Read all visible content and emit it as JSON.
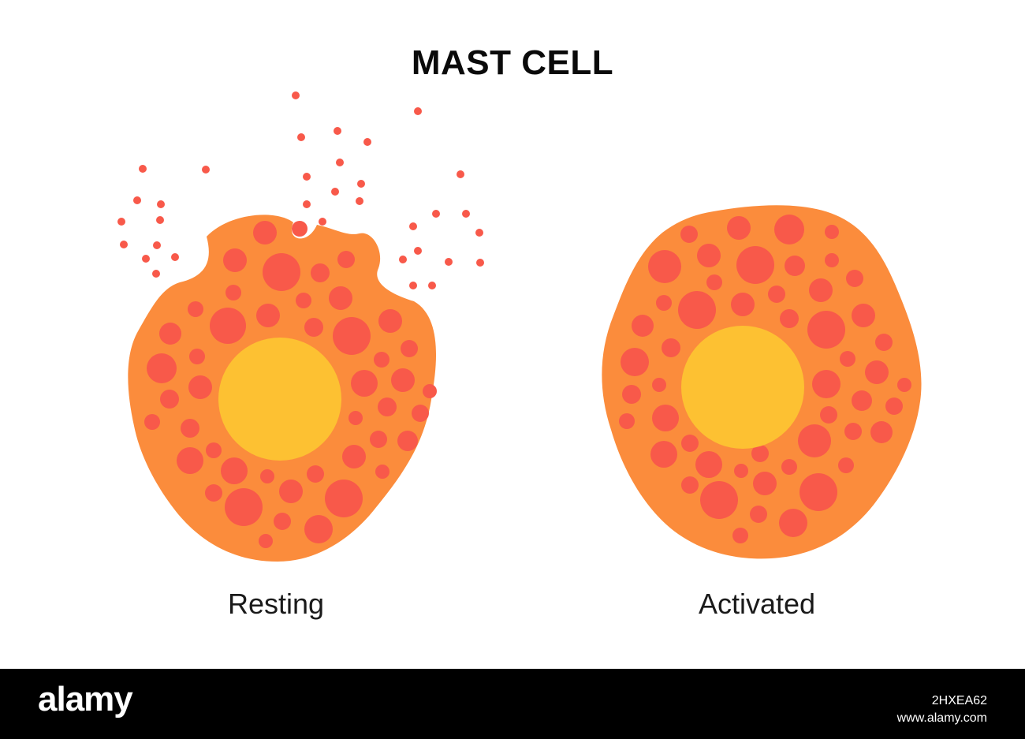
{
  "title": "MAST CELL",
  "cells": {
    "left_label": "Resting",
    "right_label": "Activated"
  },
  "colors": {
    "cytoplasm": "#fb8c3c",
    "granule": "#f8594a",
    "nucleus": "#fdc132",
    "text": "#1a1a1a"
  },
  "footer": {
    "brand": "alamy",
    "image_code": "2HXEA62",
    "site": "www.alamy.com"
  }
}
